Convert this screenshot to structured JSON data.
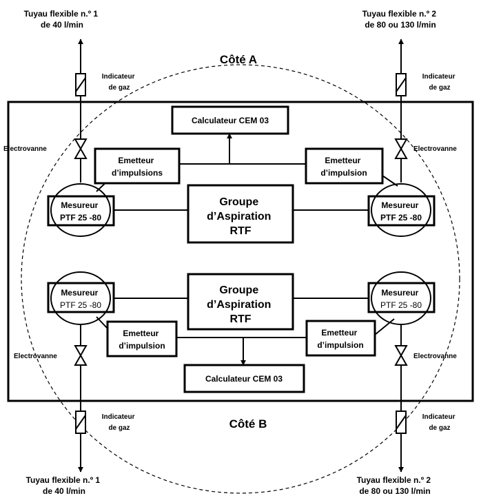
{
  "top_left_hose": {
    "line1": "Tuyau flexible n.º 1",
    "line2": "de 40 l/min"
  },
  "top_right_hose": {
    "line1": "Tuyau flexible n.º 2",
    "line2": "de 80 ou 130 l/min"
  },
  "bottom_left_hose": {
    "line1": "Tuyau flexible n.º 1",
    "line2": "de 40 l/min"
  },
  "bottom_right_hose": {
    "line1": "Tuyau flexible n.º 2",
    "line2": "de 80 ou 130 l/min"
  },
  "side_a": "Côté A",
  "side_b": "Côté B",
  "gas_indicator": {
    "line1": "Indicateur",
    "line2": "de gaz"
  },
  "solenoid_valve": "Electrovanne",
  "calculator": "Calculateur CEM 03",
  "emitter_top_left": {
    "line1": "Emetteur",
    "line2": "d’impulsions"
  },
  "emitter": {
    "line1": "Emetteur",
    "line2": "d’impulsion"
  },
  "meter": {
    "line1": "Mesureur",
    "line2": "PTF 25 -80"
  },
  "meter_top_right_line2": "PTF 25 -80",
  "suction_group": {
    "line1": "Groupe",
    "line2": "d’Aspiration",
    "line3": "RTF"
  }
}
